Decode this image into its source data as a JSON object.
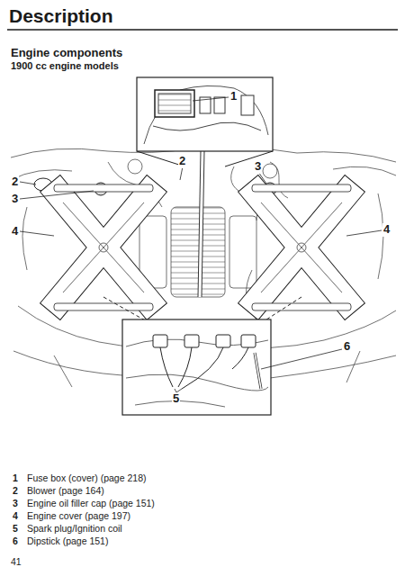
{
  "diagram": {
    "title": "Description",
    "labels": [
      "Engine components",
      "1900 cc engine models",
      "1",
      "2",
      "3",
      "2",
      "3",
      "4",
      "4",
      "6",
      "5",
      "1",
      "Fuse box (cover) (page 218)",
      "2",
      "Blower (page 164)",
      "3",
      "Engine oil filler cap (page 151)",
      "4",
      "Engine cover (page 197)",
      "5",
      "Spark plug/Ignition coil",
      "6",
      "Dipstick (page 151)",
      "41"
    ]
  }
}
